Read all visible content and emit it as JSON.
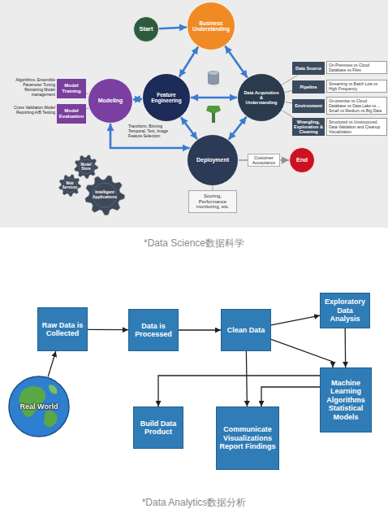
{
  "diagram": {
    "nodes": [
      {
        "text": [
          "Start"
        ]
      },
      {
        "text": [
          "Business Understanding"
        ]
      },
      {
        "text": [
          "Model Training"
        ]
      },
      {
        "text": [
          "Model Evaluation"
        ]
      },
      {
        "text": [
          "Modeling"
        ]
      },
      {
        "text": [
          "Feature Engineering"
        ]
      },
      {
        "text": [
          "Data Acquisition & Understanding"
        ]
      },
      {
        "text": [
          "Data Source"
        ]
      },
      {
        "text": [
          "Pipeline"
        ]
      },
      {
        "text": [
          "Environment"
        ]
      },
      {
        "text": [
          "Wrangling, Exploration & Cleaning"
        ]
      },
      {
        "text": [
          "Deployment"
        ]
      },
      {
        "text": [
          "End"
        ]
      },
      {
        "text": [
          "Model Store"
        ]
      },
      {
        "text": [
          "Web Services"
        ]
      },
      {
        "text": [
          "Intelligent Applications"
        ]
      },
      {
        "text": [
          "Scoring, Performance monitoring, etc."
        ]
      },
      {
        "text": [
          "Raw Data is Collected"
        ]
      },
      {
        "text": [
          "Data is Processed"
        ]
      },
      {
        "text": [
          "Clean Data"
        ]
      },
      {
        "text": [
          "Exploratory Data Analysis"
        ]
      },
      {
        "text": [
          "Machine Learning Algorithms Statistical Models"
        ]
      },
      {
        "text": [
          "Real World"
        ]
      },
      {
        "text": [
          "Build Data Product"
        ]
      },
      {
        "text": [
          "Communicate Visualizations Report Findings"
        ]
      }
    ],
    "edges": [
      {
        "from": 0,
        "to": 1,
        "arrow": "to"
      },
      {
        "from": 1,
        "to": 6,
        "arrow": "both"
      },
      {
        "from": 1,
        "to": 5,
        "arrow": "both"
      },
      {
        "from": 5,
        "to": 6,
        "arrow": "both"
      },
      {
        "from": 5,
        "to": 4,
        "arrow": "both"
      },
      {
        "from": 6,
        "to": 11,
        "arrow": "both"
      },
      {
        "from": 5,
        "to": 11,
        "arrow": "both"
      },
      {
        "from": 4,
        "to": 11,
        "arrow": "both"
      },
      {
        "from": 11,
        "to": 12,
        "label": "Customer Acceptance",
        "arrow": "to"
      },
      {
        "from": 4,
        "to": 2,
        "arrow": "none"
      },
      {
        "from": 4,
        "to": 3,
        "arrow": "none"
      },
      {
        "from": 6,
        "to": 7,
        "arrow": "none"
      },
      {
        "from": 6,
        "to": 8,
        "arrow": "none"
      },
      {
        "from": 6,
        "to": 9,
        "arrow": "none"
      },
      {
        "from": 6,
        "to": 10,
        "arrow": "none"
      },
      {
        "from": 11,
        "to": 16,
        "arrow": "none"
      },
      {
        "from": 22,
        "to": 17,
        "arrow": "to"
      },
      {
        "from": 17,
        "to": 18,
        "arrow": "to"
      },
      {
        "from": 18,
        "to": 19,
        "arrow": "to"
      },
      {
        "from": 19,
        "to": 20,
        "arrow": "to"
      },
      {
        "from": 19,
        "to": 21,
        "arrow": "to"
      },
      {
        "from": 20,
        "to": 21,
        "arrow": "to"
      },
      {
        "from": 19,
        "to": 24,
        "arrow": "to"
      },
      {
        "from": 21,
        "to": 23,
        "arrow": "to"
      },
      {
        "from": 21,
        "to": 24,
        "arrow": "to"
      }
    ],
    "labels": [
      "Algorithms, Ensemble Parameter Tuning Retraining Model management",
      "Cross Validation Model Reporting A/B Testing",
      "Transform, Binning Temporal, Text, Image Feature Selection",
      "On-Premises vs Cloud Database vs Files",
      "Streaming vs Batch Low vs High Frequency",
      "On-premise vs Cloud Database vs Data Lake vs ... Small vs Medium vs Big Data",
      "Structured vs Unstructured Data Validation and Cleanup Visualization",
      "*Data Science数据科学",
      "*Data Analytics数据分析"
    ]
  }
}
